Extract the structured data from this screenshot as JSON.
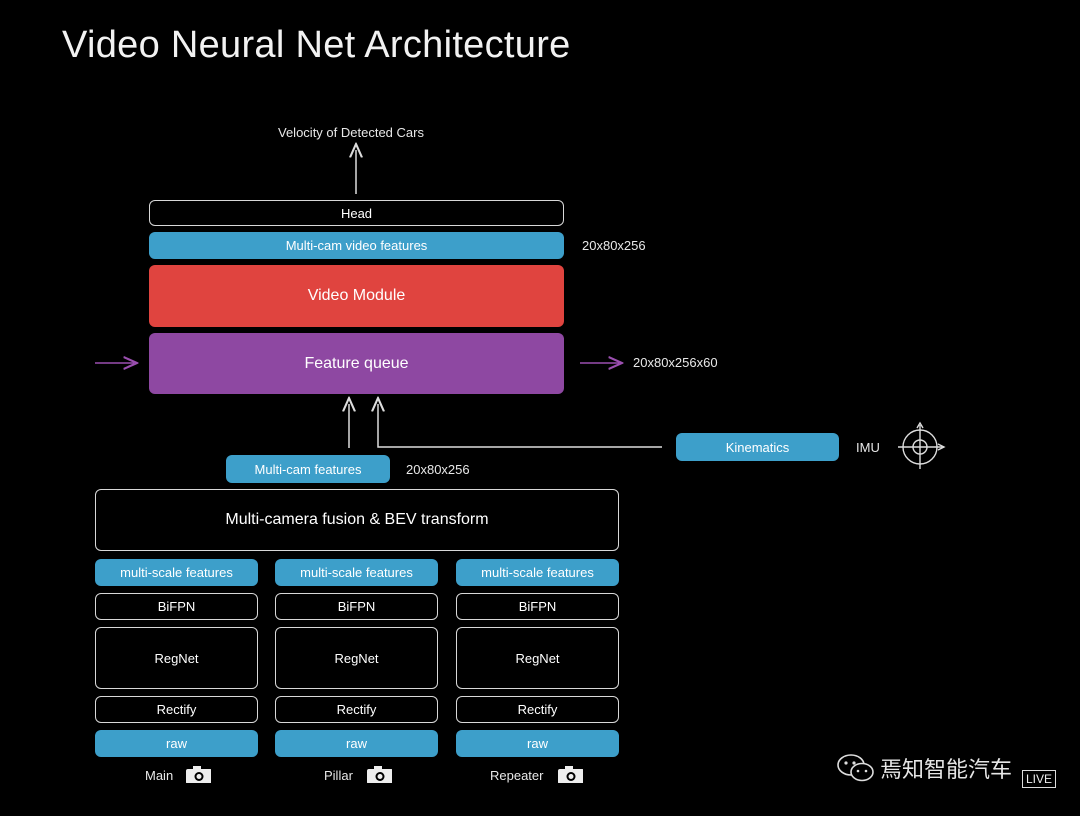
{
  "title": "Video Neural Net Architecture",
  "outputs": {
    "velocity_label": "Velocity of Detected Cars"
  },
  "stack": {
    "head": "Head",
    "video_features": "Multi-cam video features",
    "video_features_dim": "20x80x256",
    "video_module": "Video Module",
    "feature_queue": "Feature queue",
    "feature_queue_dim": "20x80x256x60"
  },
  "kinematics": {
    "label": "Kinematics",
    "imu": "IMU"
  },
  "fusion": {
    "multicam_features": "Multi-cam features",
    "multicam_features_dim": "20x80x256",
    "bev": "Multi-camera fusion & BEV transform"
  },
  "columns": [
    {
      "features": "multi-scale features",
      "bifpn": "BiFPN",
      "regnet": "RegNet",
      "rectify": "Rectify",
      "raw": "raw",
      "camera": "Main"
    },
    {
      "features": "multi-scale features",
      "bifpn": "BiFPN",
      "regnet": "RegNet",
      "rectify": "Rectify",
      "raw": "raw",
      "camera": "Pillar"
    },
    {
      "features": "multi-scale features",
      "bifpn": "BiFPN",
      "regnet": "RegNet",
      "rectify": "Rectify",
      "raw": "raw",
      "camera": "Repeater"
    }
  ],
  "watermark": {
    "text": "焉知智能汽车",
    "badge": "LIVE"
  },
  "colors": {
    "blue": "#3d9fca",
    "red": "#e0443f",
    "purple": "#8e48a2",
    "queue_arrow": "#9b4fb0"
  }
}
